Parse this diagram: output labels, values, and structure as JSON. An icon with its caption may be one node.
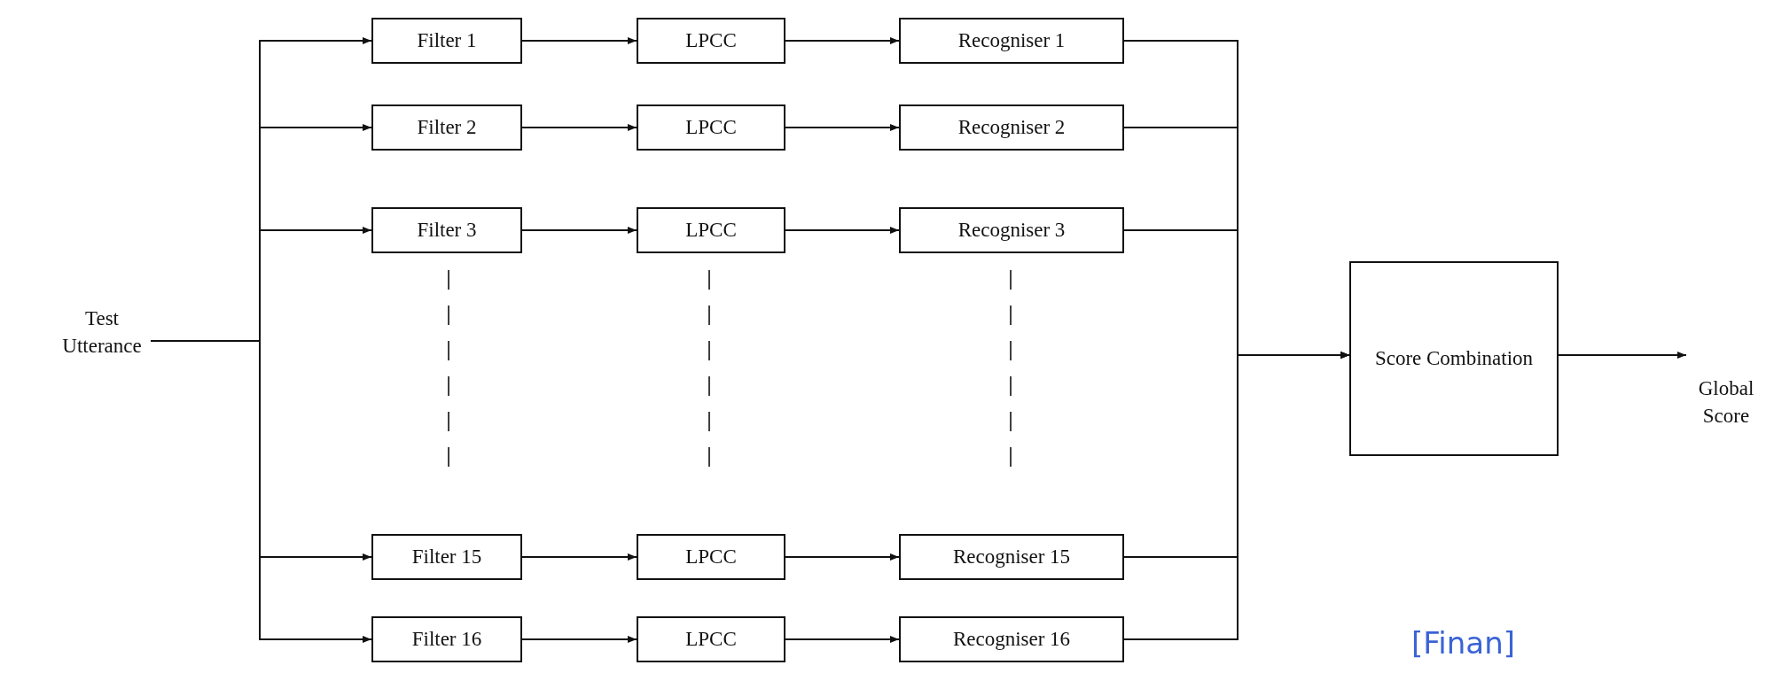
{
  "diagram": {
    "nodes": [
      {
        "text": [
          "Test Utterance"
        ]
      },
      {
        "text": [
          "Filter 1"
        ]
      },
      {
        "text": [
          "LPCC"
        ]
      },
      {
        "text": [
          "Recogniser 1"
        ]
      },
      {
        "text": [
          "Filter 2"
        ]
      },
      {
        "text": [
          "LPCC"
        ]
      },
      {
        "text": [
          "Recogniser 2"
        ]
      },
      {
        "text": [
          "Filter 3"
        ]
      },
      {
        "text": [
          "LPCC"
        ]
      },
      {
        "text": [
          "Recogniser 3"
        ]
      },
      {
        "text": [
          "Filter 15"
        ]
      },
      {
        "text": [
          "LPCC"
        ]
      },
      {
        "text": [
          "Recogniser 15"
        ]
      },
      {
        "text": [
          "Filter 16"
        ]
      },
      {
        "text": [
          "LPCC"
        ]
      },
      {
        "text": [
          "Recogniser 16"
        ]
      },
      {
        "text": [
          "Score Combination"
        ]
      },
      {
        "text": [
          "Global Score"
        ]
      }
    ],
    "edges": [
      {
        "from": 0,
        "to": 1,
        "arrow": "to"
      },
      {
        "from": 0,
        "to": 4,
        "arrow": "to"
      },
      {
        "from": 0,
        "to": 7,
        "arrow": "to"
      },
      {
        "from": 0,
        "to": 10,
        "arrow": "to"
      },
      {
        "from": 0,
        "to": 13,
        "arrow": "to"
      },
      {
        "from": 1,
        "to": 2,
        "arrow": "to"
      },
      {
        "from": 2,
        "to": 3,
        "arrow": "to"
      },
      {
        "from": 4,
        "to": 5,
        "arrow": "to"
      },
      {
        "from": 5,
        "to": 6,
        "arrow": "to"
      },
      {
        "from": 7,
        "to": 8,
        "arrow": "to"
      },
      {
        "from": 8,
        "to": 9,
        "arrow": "to"
      },
      {
        "from": 10,
        "to": 11,
        "arrow": "to"
      },
      {
        "from": 11,
        "to": 12,
        "arrow": "to"
      },
      {
        "from": 13,
        "to": 14,
        "arrow": "to"
      },
      {
        "from": 14,
        "to": 15,
        "arrow": "to"
      },
      {
        "from": 3,
        "to": 16,
        "arrow": "to"
      },
      {
        "from": 6,
        "to": 16,
        "arrow": "to"
      },
      {
        "from": 9,
        "to": 16,
        "arrow": "to"
      },
      {
        "from": 12,
        "to": 16,
        "arrow": "to"
      },
      {
        "from": 15,
        "to": 16,
        "arrow": "to"
      },
      {
        "from": 16,
        "to": 17,
        "arrow": "to"
      }
    ],
    "labels": [
      "[Finan]"
    ]
  }
}
